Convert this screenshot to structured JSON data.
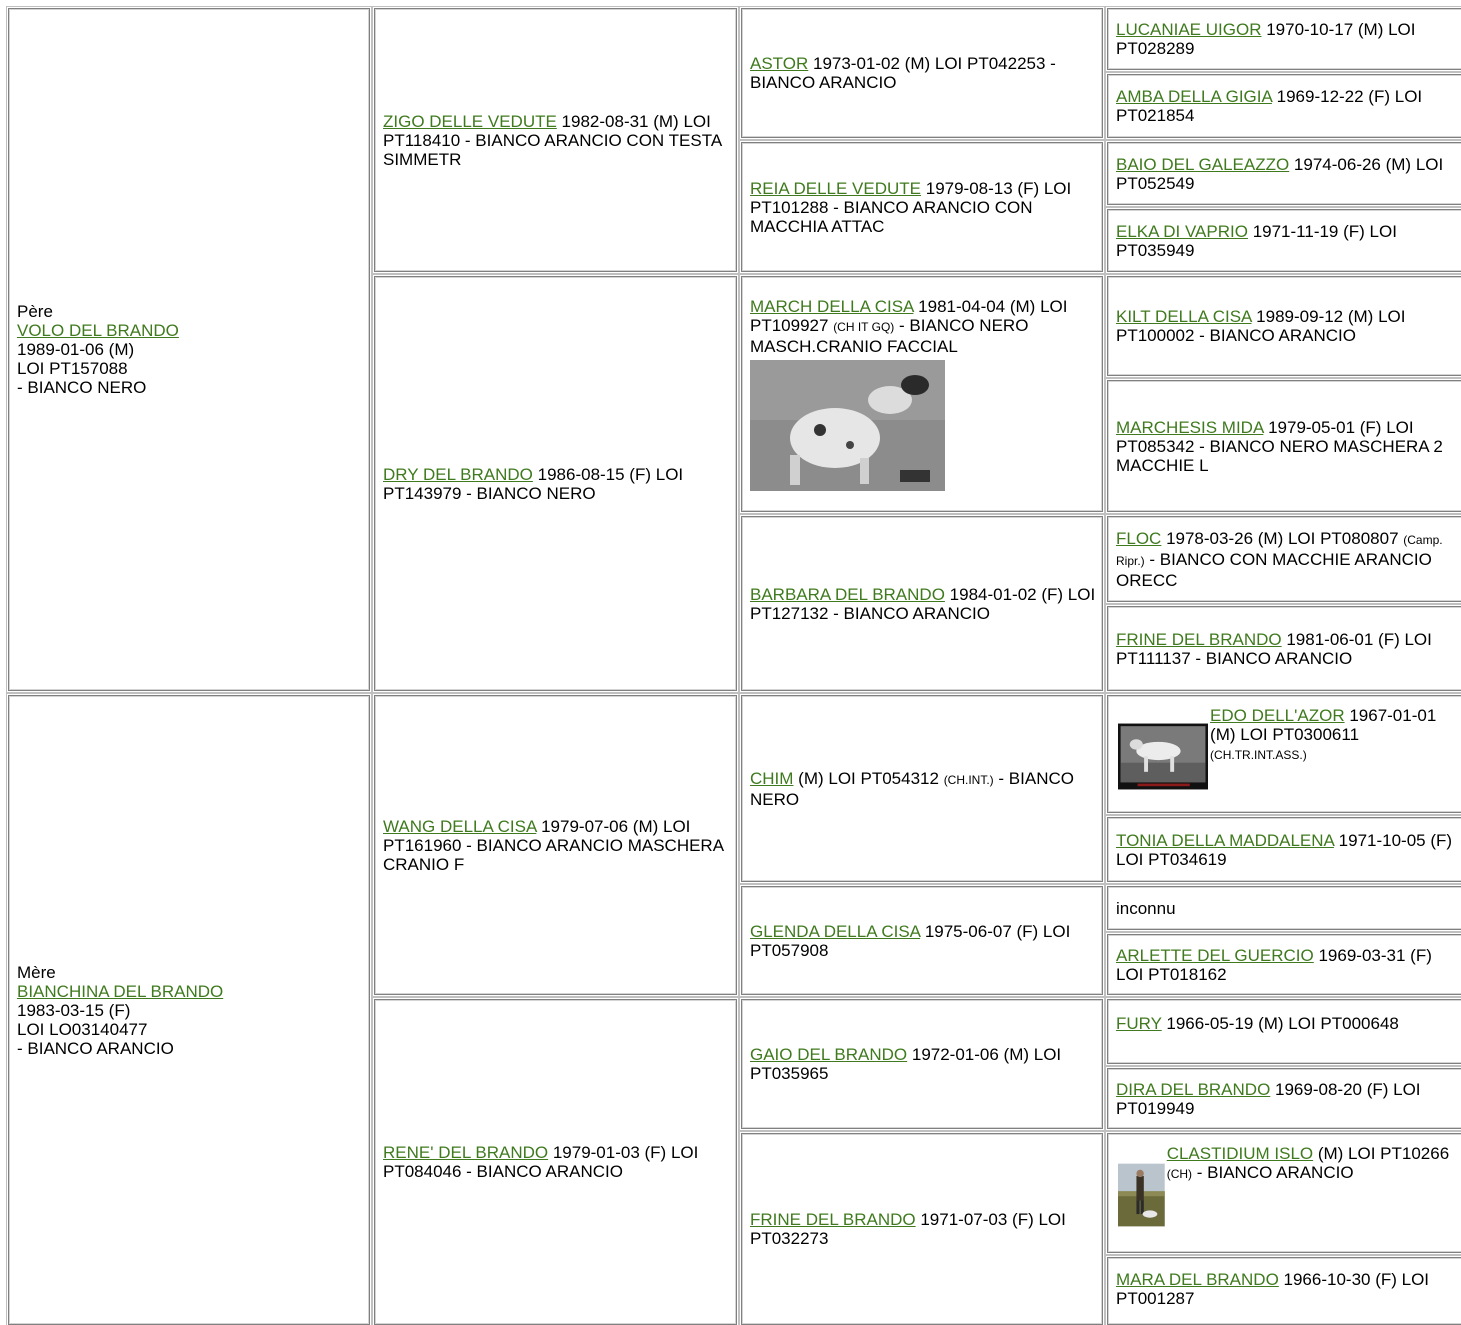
{
  "sire": {
    "role": "Père",
    "name": "VOLO DEL BRANDO",
    "line1": "1989-01-06 (M)",
    "line2": "LOI PT157088",
    "line3": "- BIANCO NERO"
  },
  "dam": {
    "role": "Mère",
    "name": "BIANCHINA DEL BRANDO",
    "line1": "1983-03-15 (F)",
    "line2": "LOI LO03140477",
    "line3": "- BIANCO ARANCIO"
  },
  "gen2": {
    "zigo": {
      "name": "ZIGO DELLE VEDUTE",
      "after": " 1982-08-31 (M) LOI PT118410 - BIANCO ARANCIO CON TESTA SIMMETR"
    },
    "dry": {
      "name": "DRY DEL BRANDO",
      "after": " 1986-08-15 (F) LOI PT143979 - BIANCO NERO"
    },
    "wang": {
      "name": "WANG DELLA CISA",
      "after": " 1979-07-06 (M) LOI PT161960 - BIANCO ARANCIO MASCHERA CRANIO F"
    },
    "rene": {
      "name": "RENE' DEL BRANDO",
      "after": " 1979-01-03 (F) LOI PT084046 - BIANCO ARANCIO"
    }
  },
  "gen3": {
    "astor": {
      "name": "ASTOR",
      "after": " 1973-01-02 (M) LOI PT042253 - BIANCO ARANCIO"
    },
    "reia": {
      "name": "REIA DELLE VEDUTE",
      "after": " 1979-08-13 (F) LOI PT101288 - BIANCO ARANCIO CON MACCHIA ATTAC"
    },
    "march": {
      "name": "MARCH DELLA CISA",
      "after": " 1981-04-04 (M) LOI PT109927 ",
      "title": "(CH IT GQ)",
      "after2": " - BIANCO NERO MASCH.CRANIO FACCIAL"
    },
    "barbara": {
      "name": "BARBARA DEL BRANDO",
      "after": " 1984-01-02 (F) LOI PT127132 - BIANCO ARANCIO"
    },
    "chim": {
      "name": "CHIM",
      "after": " (M) LOI PT054312 ",
      "title": "(CH.INT.)",
      "after2": " - BIANCO NERO"
    },
    "glenda": {
      "name": "GLENDA DELLA CISA",
      "after": " 1975-06-07 (F) LOI PT057908"
    },
    "gaio": {
      "name": "GAIO DEL BRANDO",
      "after": " 1972-01-06 (M) LOI PT035965"
    },
    "frine1971": {
      "name": "FRINE DEL BRANDO",
      "after": " 1971-07-03 (F) LOI PT032273"
    }
  },
  "gen4": {
    "lucaniae": {
      "name": "LUCANIAE UIGOR",
      "after": " 1970-10-17 (M) LOI PT028289"
    },
    "amba": {
      "name": "AMBA DELLA GIGIA",
      "after": " 1969-12-22 (F) LOI PT021854"
    },
    "baio": {
      "name": "BAIO DEL GALEAZZO",
      "after": " 1974-06-26 (M) LOI PT052549"
    },
    "elka": {
      "name": "ELKA DI VAPRIO",
      "after": " 1971-11-19 (F) LOI PT035949"
    },
    "kilt": {
      "name": "KILT DELLA CISA",
      "after": " 1989-09-12 (M) LOI PT100002 - BIANCO ARANCIO"
    },
    "marchesis": {
      "name": "MARCHESIS MIDA",
      "after": " 1979-05-01 (F) LOI PT085342 - BIANCO NERO MASCHERA 2 MACCHIE L"
    },
    "floc": {
      "name": "FLOC",
      "after": " 1978-03-26 (M) LOI PT080807 ",
      "title": "(Camp. Ripr.)",
      "after2": " - BIANCO CON MACCHIE ARANCIO ORECC"
    },
    "frine1981": {
      "name": "FRINE DEL BRANDO",
      "after": " 1981-06-01 (F) LOI PT111137 - BIANCO ARANCIO"
    },
    "edo": {
      "name": "EDO DELL'AZOR",
      "after": " 1967-01-01 (M) LOI PT0300611",
      "title": "(CH.TR.INT.ASS.)"
    },
    "tonia": {
      "name": "TONIA DELLA MADDALENA",
      "after": " 1971-10-05 (F) LOI PT034619"
    },
    "unknown": {
      "text": "inconnu"
    },
    "arlette": {
      "name": "ARLETTE DEL GUERCIO",
      "after": " 1969-03-31 (F) LOI PT018162"
    },
    "fury": {
      "name": "FURY",
      "after": " 1966-05-19 (M) LOI PT000648"
    },
    "dira": {
      "name": "DIRA DEL BRANDO",
      "after": " 1969-08-20 (F) LOI PT019949"
    },
    "clastidium": {
      "name": "CLASTIDIUM ISLO",
      "after": " (M) LOI PT10266 ",
      "title": "(CH)",
      "after2": " - BIANCO ARANCIO"
    },
    "mara": {
      "name": "MARA DEL BRANDO",
      "after": " 1966-10-30 (F) LOI PT001287"
    }
  },
  "colors": {
    "link": "#3f7a1e",
    "border": "#808080"
  }
}
